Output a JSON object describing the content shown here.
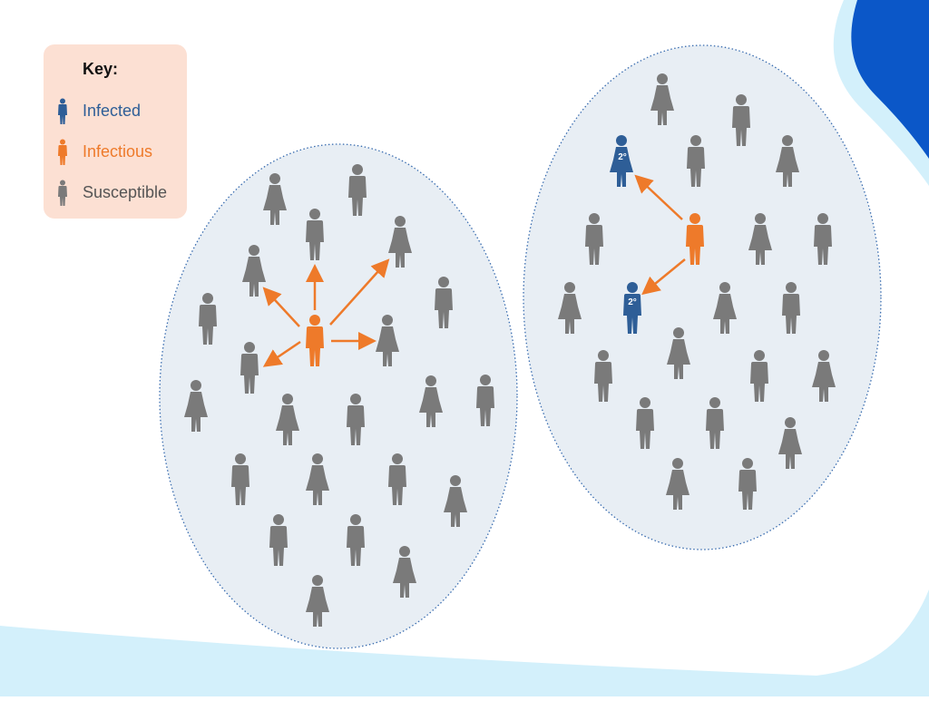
{
  "key": {
    "title": "Key:",
    "items": [
      {
        "label": "Infected",
        "color": "#2e5e97",
        "icon": "person-infected-icon"
      },
      {
        "label": "Infectious",
        "color": "#ee7a2a",
        "icon": "person-infectious-icon"
      },
      {
        "label": "Susceptible",
        "color": "#7a7a7a",
        "icon": "person-susceptible-icon"
      }
    ]
  },
  "colors": {
    "susceptible": "#7a7a7a",
    "infectious": "#ee7a2a",
    "infected": "#2e5e97",
    "cluster_fill": "#e8eef4",
    "cluster_border": "#3a6db0",
    "arrow": "#ee7a2a",
    "corner_dark": "#0b57c8",
    "corner_light": "#d3f0fb",
    "key_bg": "#fce0d3"
  },
  "secondary_label": "2°"
}
